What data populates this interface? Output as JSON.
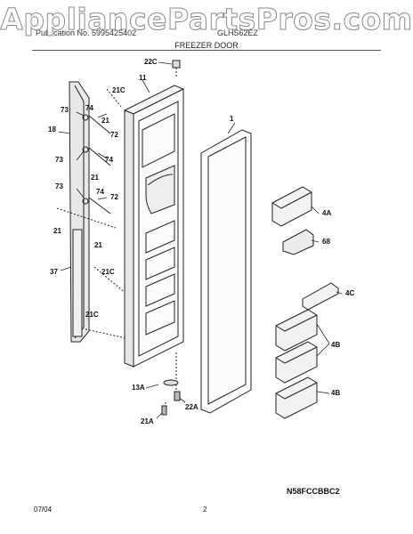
{
  "watermark": "AppliancePartsPros.com",
  "header": {
    "left": "Publication No. 5995425402",
    "right": "GLHS62EZ",
    "section_title": "FREEZER DOOR"
  },
  "callouts": {
    "c22C": "22C",
    "c11": "11",
    "c21C_top": "21C",
    "c1": "1",
    "c73a": "73",
    "c74a": "74",
    "c18": "18",
    "c21a": "21",
    "c72a": "72",
    "c73b": "73",
    "c74b": "74",
    "c21b": "21",
    "c73c": "73",
    "c74c": "74",
    "c72b": "72",
    "c21c": "21",
    "c21d": "21",
    "c37": "37",
    "c21C_mid": "21C",
    "c21C_bot": "21C",
    "c4A": "4A",
    "c68": "68",
    "c4C": "4C",
    "c4B_a": "4B",
    "c4B_b": "4B",
    "c13A": "13A",
    "c22A": "22A",
    "c21A": "21A"
  },
  "footer": {
    "code": "N58FCCBBC2",
    "date": "07/04",
    "page": "2"
  }
}
